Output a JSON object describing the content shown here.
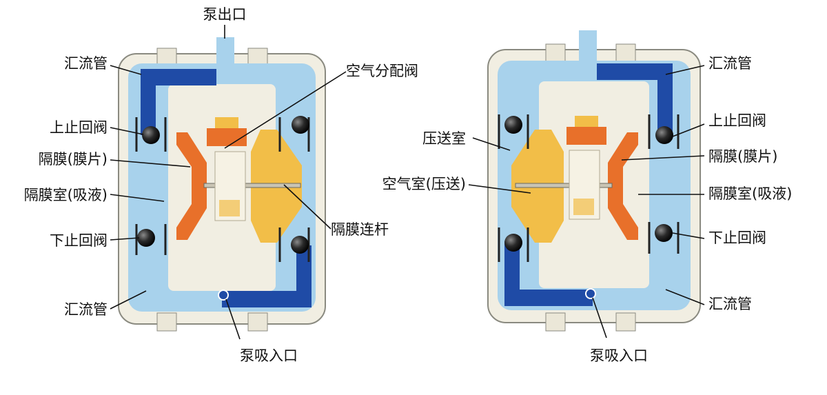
{
  "colors": {
    "light_fluid": "#a8d2ec",
    "dark_fluid": "#1f4ba6",
    "housing": "#f1eee2",
    "diaphragm": "#e8702a",
    "air_chamber": "#f2be48",
    "ball": "#2a2a2a",
    "label": "#111111"
  },
  "left_pump": {
    "outlet": "泵出口",
    "manifold_top": "汇流管",
    "air_valve": "空气分配阀",
    "upper_check": "上止回阀",
    "diaphragm": "隔膜(膜片)",
    "chamber": "隔膜室(吸液)",
    "rod": "隔膜连杆",
    "lower_check": "下止回阀",
    "manifold_bottom": "汇流管",
    "inlet": "泵吸入口"
  },
  "right_pump": {
    "manifold_top": "汇流管",
    "press_chamber": "压送室",
    "upper_check": "上止回阀",
    "diaphragm": "隔膜(膜片)",
    "air_chamber": "空气室(压送)",
    "chamber": "隔膜室(吸液)",
    "lower_check": "下止回阀",
    "manifold_bottom": "汇流管",
    "inlet": "泵吸入口"
  }
}
